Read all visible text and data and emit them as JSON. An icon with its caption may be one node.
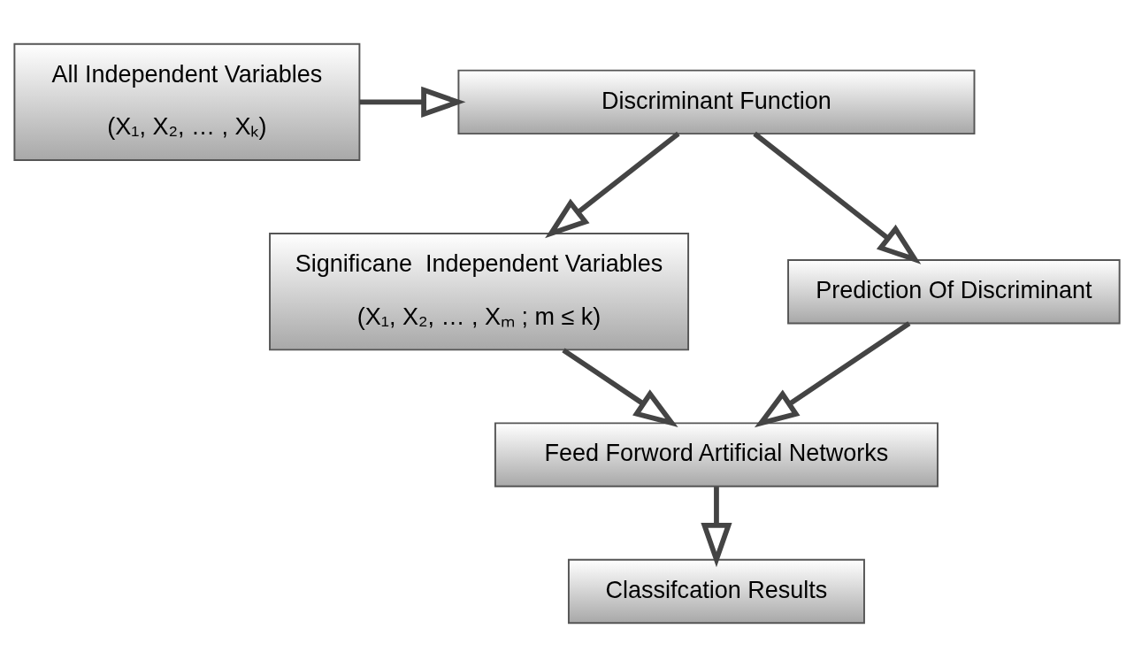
{
  "diagram": {
    "nodes": [
      {
        "text": [
          "All Independent Variables",
          "(X₁, X₂, … , Xₖ)"
        ]
      },
      {
        "text": [
          "Discriminant Function"
        ]
      },
      {
        "text": [
          "Significane  Independent Variables",
          "(X₁, X₂, … , Xₘ ; m ≤ k)"
        ]
      },
      {
        "text": [
          "Prediction Of Discriminant"
        ]
      },
      {
        "text": [
          "Feed Forword Artificial Networks"
        ]
      },
      {
        "text": [
          "Classifcation Results"
        ]
      }
    ],
    "edges": [
      {
        "from": 0,
        "to": 1,
        "arrow": "to"
      },
      {
        "from": 1,
        "to": 2,
        "arrow": "to"
      },
      {
        "from": 1,
        "to": 3,
        "arrow": "to"
      },
      {
        "from": 2,
        "to": 4,
        "arrow": "to"
      },
      {
        "from": 3,
        "to": 4,
        "arrow": "to"
      },
      {
        "from": 4,
        "to": 5,
        "arrow": "to"
      }
    ]
  }
}
